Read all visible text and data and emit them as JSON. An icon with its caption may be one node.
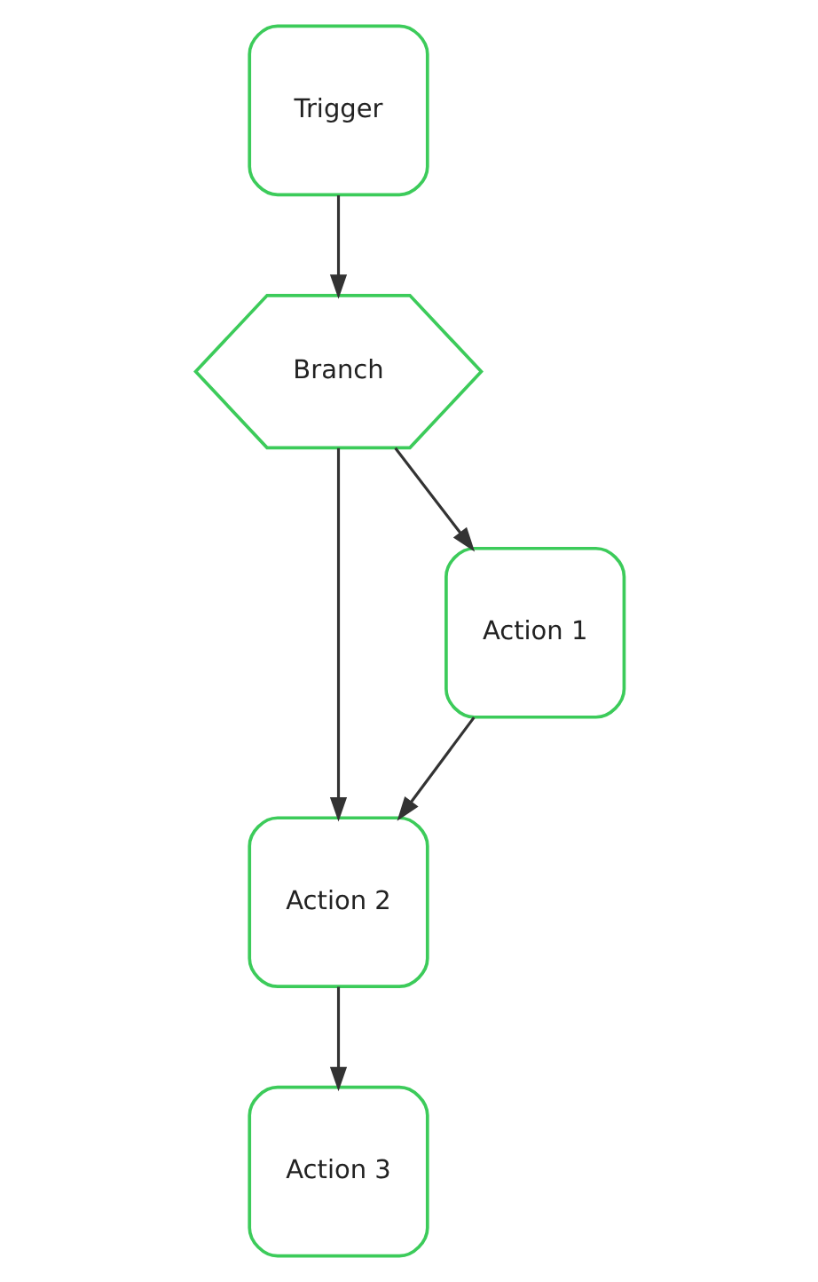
{
  "diagram": {
    "nodes": [
      {
        "text": [
          "Trigger"
        ]
      },
      {
        "text": [
          "Branch"
        ]
      },
      {
        "text": [
          "Action 1"
        ]
      },
      {
        "text": [
          "Action 2"
        ]
      },
      {
        "text": [
          "Action 3"
        ]
      }
    ],
    "edges": [
      {
        "from": 0,
        "to": 1,
        "arrow": "to"
      },
      {
        "from": 1,
        "to": 3,
        "arrow": "to"
      },
      {
        "from": 1,
        "to": 2,
        "arrow": "to"
      },
      {
        "from": 2,
        "to": 3,
        "arrow": "to"
      },
      {
        "from": 3,
        "to": 4,
        "arrow": "to"
      }
    ]
  }
}
